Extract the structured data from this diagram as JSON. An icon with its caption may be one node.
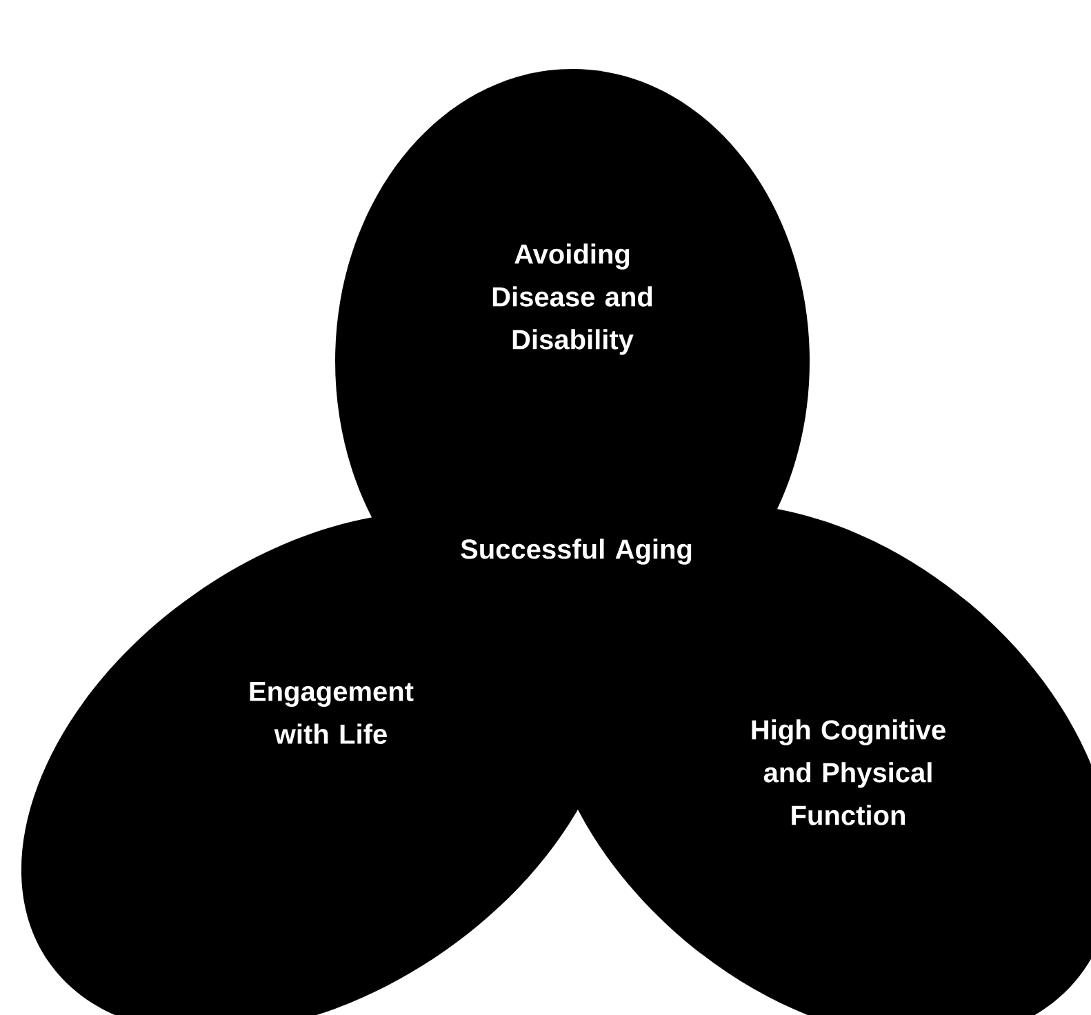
{
  "diagram": {
    "nodes": [
      {
        "text": [
          "Avoiding Disease and Disability"
        ]
      },
      {
        "text": [
          "Engagement with Life"
        ]
      },
      {
        "text": [
          "High Cognitive and Physical Function"
        ]
      }
    ],
    "labels": [
      "Successful Aging"
    ]
  }
}
